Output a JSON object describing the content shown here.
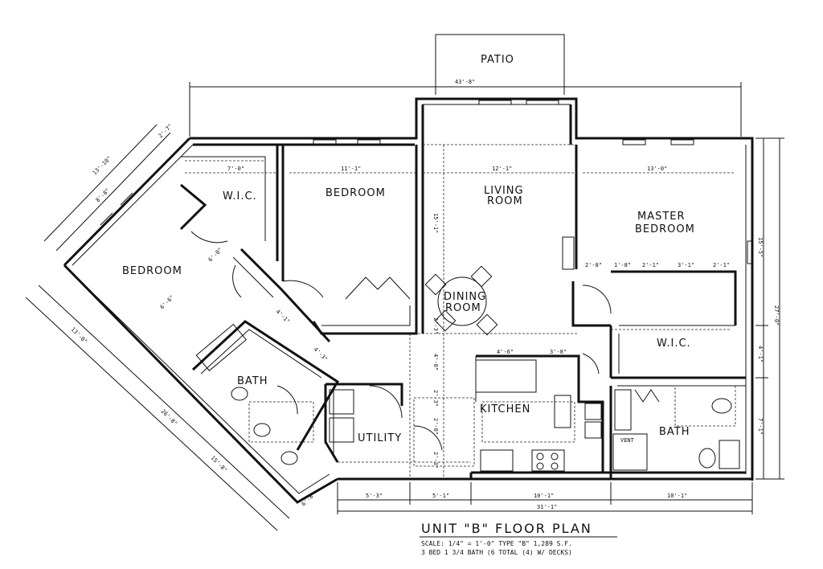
{
  "rooms": {
    "patio": "PATIO",
    "wic_left": "W.I.C.",
    "bedroom_top": "BEDROOM",
    "living_line1": "LIVING",
    "living_line2": "ROOM",
    "master_line1": "MASTER",
    "master_line2": "BEDROOM",
    "bedroom_left": "BEDROOM",
    "dining_line1": "DINING",
    "dining_line2": "ROOM",
    "wic_right": "W.I.C.",
    "bath_left": "BATH",
    "kitchen": "KITCHEN",
    "utility": "UTILITY",
    "bath_right": "BATH",
    "vent": "VENT"
  },
  "dimensions": {
    "overall_top": "43'-8\"",
    "wic_width": "7'-0\"",
    "bedroom_width": "11'-1\"",
    "living_width": "12'-1\"",
    "master_width": "13'-0\"",
    "living_depth": "15'-1\"",
    "master_depth": "15'-5\"",
    "overall_right": "27'-0\"",
    "wic_right_depth": "4'-1\"",
    "bath_right_depth": "7'-1\"",
    "kitchen_a": "4'-6\"",
    "kitchen_b": "3'-8\"",
    "bottom_a": "5'-3\"",
    "bottom_b": "5'-1\"",
    "bottom_c": "10'-1\"",
    "bottom_d": "10'-1\"",
    "bottom_total": "31'-1\"",
    "closet_1": "2'-8\"",
    "closet_2": "1'-8\"",
    "closet_3": "2'-1\"",
    "closet_4": "3'-1\"",
    "closet_5": "2'-1\"",
    "angled_a": "2'-7\"",
    "angled_b": "13'-10\"",
    "angled_c": "8'-8\"",
    "angled_d": "6'-0\"",
    "angled_e": "13'-0\"",
    "angled_f": "26'-8\"",
    "angled_g": "15'-8\"",
    "angled_h": "6'-8\"",
    "angled_i": "4'-1\"",
    "angled_j": "4'-3\"",
    "angled_k": "6'-6\"",
    "dining_a": "2'-3\"",
    "dining_b": "4'-0\"",
    "kitchen_c": "2'-3\"",
    "kitchen_d": "2'-0\"",
    "kitchen_e": "2'-3\""
  },
  "title_block": {
    "title": "UNIT \"B\" FLOOR PLAN",
    "line1": "SCALE: 1/4\" = 1'-0\"   TYPE \"B\"   1,289 S.F.",
    "line2": "3 BED 1 3/4 BATH (6 TOTAL (4) W/ DECKS)"
  }
}
